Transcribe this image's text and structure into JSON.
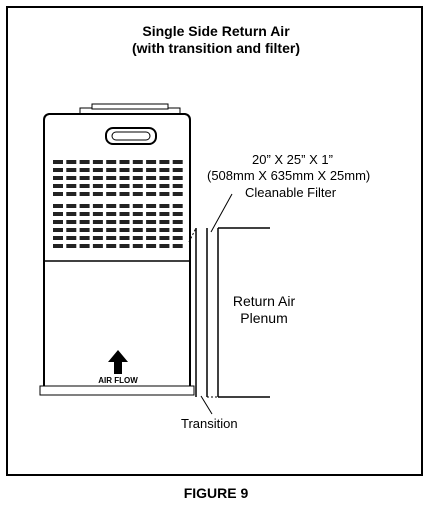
{
  "title": {
    "line1": "Single Side Return Air",
    "line2": "(with transition and filter)"
  },
  "filter": {
    "size_in": "20” X 25” X 1”",
    "size_mm": "(508mm X 635mm X 25mm)",
    "type": "Cleanable Filter"
  },
  "plenum": {
    "line1": "Return Air",
    "line2": "Plenum"
  },
  "transition_label": "Transition",
  "airflow_label": "AIR FLOW",
  "caption": "FIGURE 9"
}
